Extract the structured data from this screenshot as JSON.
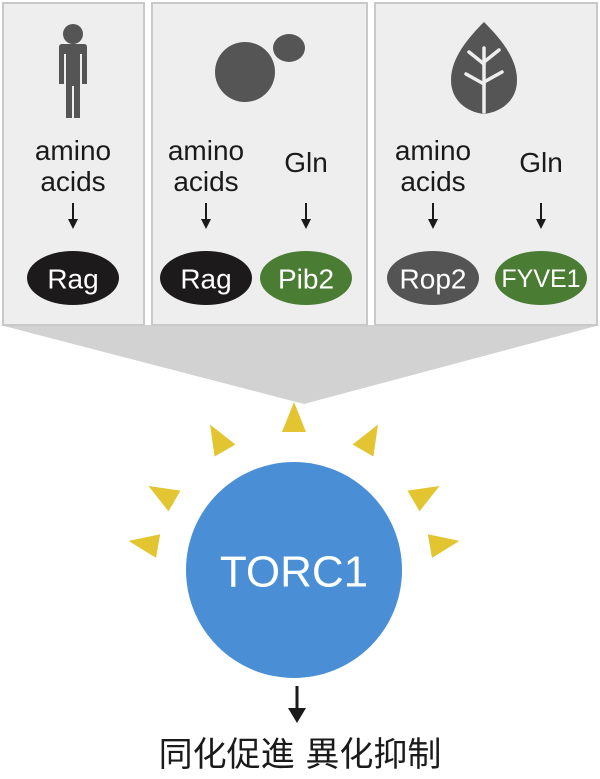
{
  "colors": {
    "panel_fill": "#eeeeee",
    "panel_border": "#c8c8c8",
    "funnel": "#d2d2d2",
    "icon_gray": "#555555",
    "rag": "#1c1a1a",
    "rop2": "#545454",
    "green": "#4a7d33",
    "torc1": "#4a8fd6",
    "ray_yellow": "#e2c531",
    "arrow": "#1a1a1a"
  },
  "panels": [
    {
      "icon": "human-icon",
      "sensors": [
        {
          "input_lines": [
            "amino",
            "acids"
          ],
          "protein": "Rag",
          "protein_color": "#1c1a1a"
        }
      ]
    },
    {
      "icon": "yeast-icon",
      "sensors": [
        {
          "input_lines": [
            "amino",
            "acids"
          ],
          "protein": "Rag",
          "protein_color": "#1c1a1a"
        },
        {
          "input_lines": [
            "Gln"
          ],
          "protein": "Pib2",
          "protein_color": "#4a7d33"
        }
      ]
    },
    {
      "icon": "plant-leaf-icon",
      "sensors": [
        {
          "input_lines": [
            "amino",
            "acids"
          ],
          "protein": "Rop2",
          "protein_color": "#545454"
        },
        {
          "input_lines": [
            "Gln"
          ],
          "protein": "FYVE1",
          "protein_color": "#4a7d33"
        }
      ]
    }
  ],
  "torc": {
    "label": "TORC1"
  },
  "outcome": {
    "text": "同化促進 異化抑制"
  }
}
